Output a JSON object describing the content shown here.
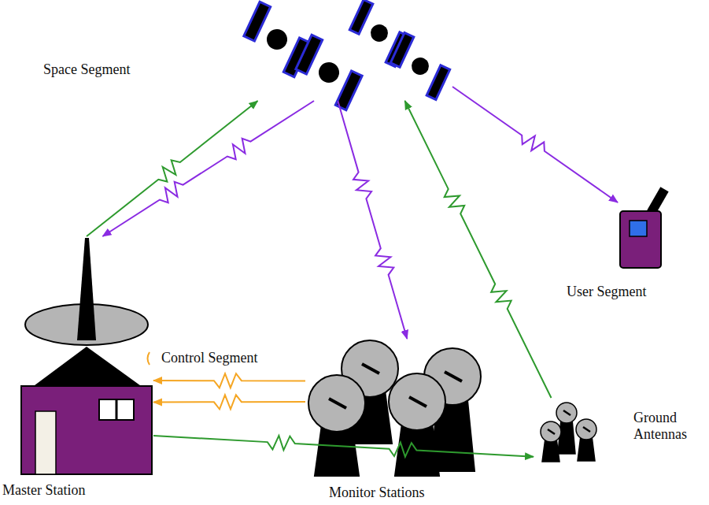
{
  "diagram": {
    "nodes": [
      {
        "text": [
          "Space Segment"
        ]
      },
      {
        "text": [
          "User Segment"
        ]
      },
      {
        "text": [
          "Master Station"
        ]
      },
      {
        "text": [
          "Monitor Stations"
        ]
      },
      {
        "text": [
          "Ground Antennas"
        ]
      }
    ],
    "edges": [
      {
        "from": 2,
        "to": 0,
        "arrow": "to"
      },
      {
        "from": 0,
        "to": 2,
        "arrow": "to"
      },
      {
        "from": 0,
        "to": 3,
        "arrow": "to"
      },
      {
        "from": 4,
        "to": 0,
        "arrow": "to"
      },
      {
        "from": 0,
        "to": 1,
        "arrow": "to"
      },
      {
        "from": 3,
        "to": 2,
        "arrow": "to"
      },
      {
        "from": 3,
        "to": 2,
        "arrow": "to"
      },
      {
        "from": 2,
        "to": 4,
        "arrow": "to"
      }
    ],
    "labels": [
      "Control Segment"
    ]
  }
}
